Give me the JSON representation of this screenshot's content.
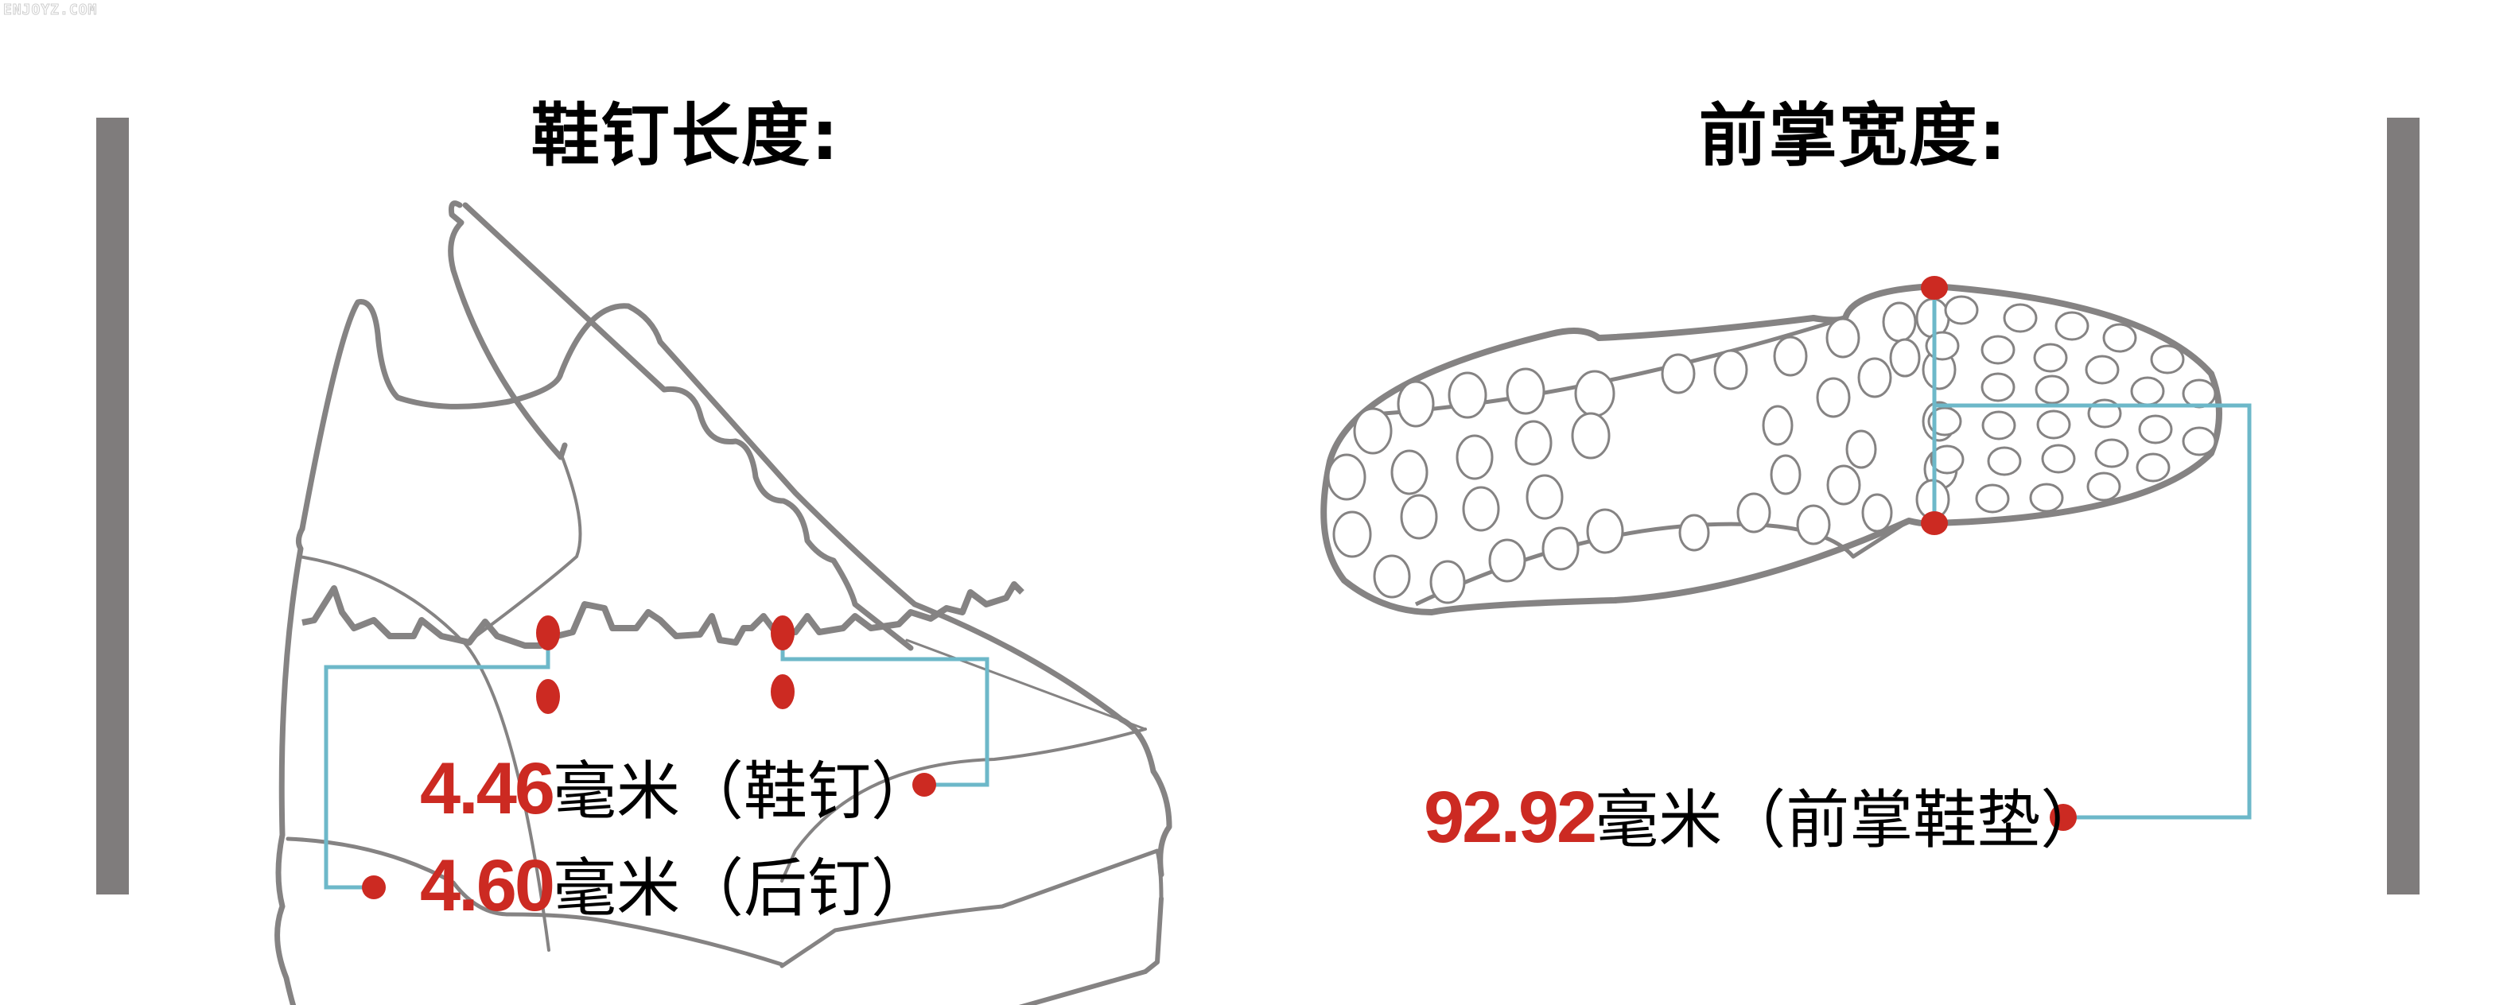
{
  "watermark": "ENJOYZ.COM",
  "colors": {
    "accent_red": "#cc2a22",
    "leader_cyan": "#6db8c9",
    "outline_gray": "#858383",
    "bar_gray": "#7f7c7c"
  },
  "left_panel": {
    "title": "鞋钉长度:",
    "illustration": "shoe-side-view",
    "measurements": [
      {
        "value": "4.46",
        "unit_text": "毫米（鞋钉）",
        "unit": "毫米",
        "part": "鞋钉"
      },
      {
        "value": "4.60",
        "unit_text": "毫米（后钉）",
        "unit": "毫米",
        "part": "后钉"
      }
    ]
  },
  "right_panel": {
    "title": "前掌宽度:",
    "illustration": "shoe-sole-bottom-view",
    "measurements": [
      {
        "value": "92.92",
        "unit_text": "毫米（前掌鞋垫）",
        "unit": "毫米",
        "part": "前掌鞋垫"
      }
    ]
  }
}
